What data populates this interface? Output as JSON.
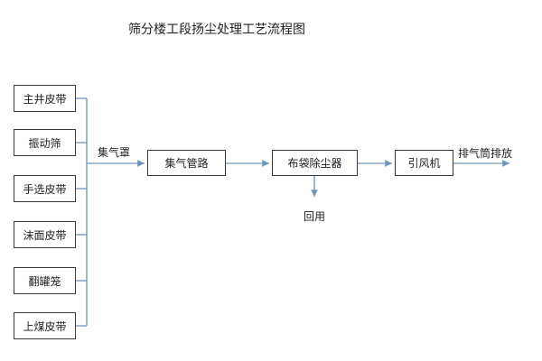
{
  "title": "筛分楼工段扬尘处理工艺流程图",
  "sources": [
    "主井皮带",
    "振动筛",
    "手选皮带",
    "沫面皮带",
    "翻罐笼",
    "上煤皮带"
  ],
  "collector_label": "集气罩",
  "process": [
    "集气管路",
    "布袋除尘器",
    "引风机"
  ],
  "exhaust_label": "排气筒排放",
  "recycle_label": "回用",
  "colors": {
    "line": "#6f93b9",
    "border": "#3a3a3a"
  }
}
